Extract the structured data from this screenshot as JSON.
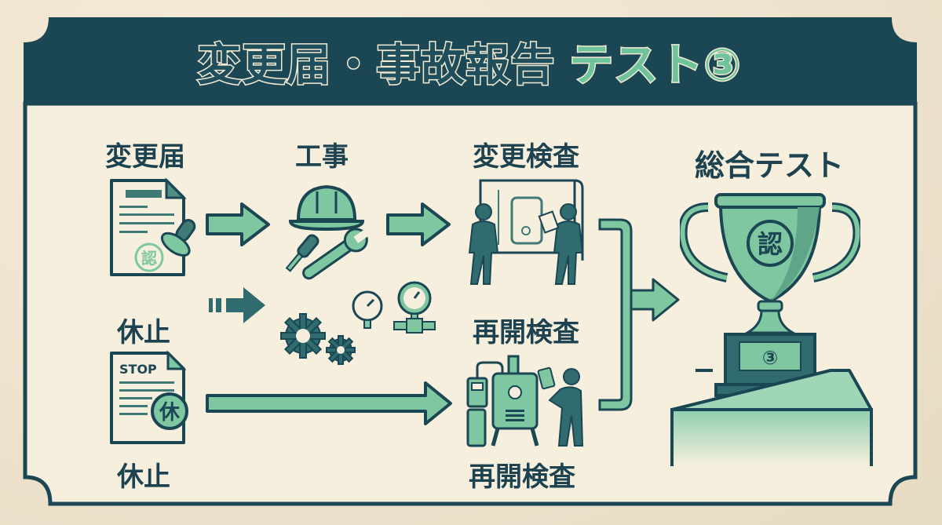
{
  "title": {
    "main": "変更届・事故報告",
    "accent": "テスト③"
  },
  "colors": {
    "navy": "#1b4654",
    "teal": "#2f6b6f",
    "mint": "#7fc7a0",
    "cream": "#f6efdd"
  },
  "flow": {
    "top_row": [
      {
        "label": "変更届",
        "icon": "approval-document-icon"
      },
      {
        "label": "工事",
        "icon": "hardhat-tools-icon"
      },
      {
        "label": "変更検査",
        "icon": "inspection-workers-icon"
      }
    ],
    "middle_row": {
      "label_left": "休止",
      "icon": "gears-gauges-icon",
      "label_right": "再開検査"
    },
    "bottom_row": [
      {
        "label": "休止",
        "icon": "stop-document-icon",
        "doc_text": "STOP",
        "badge": "休"
      },
      {
        "label": "再開検査",
        "icon": "boiler-inspection-icon"
      }
    ],
    "goal": {
      "label": "総合テスト",
      "trophy_emblem": "認",
      "plaque_number": "③"
    },
    "stamp_text": "認"
  }
}
